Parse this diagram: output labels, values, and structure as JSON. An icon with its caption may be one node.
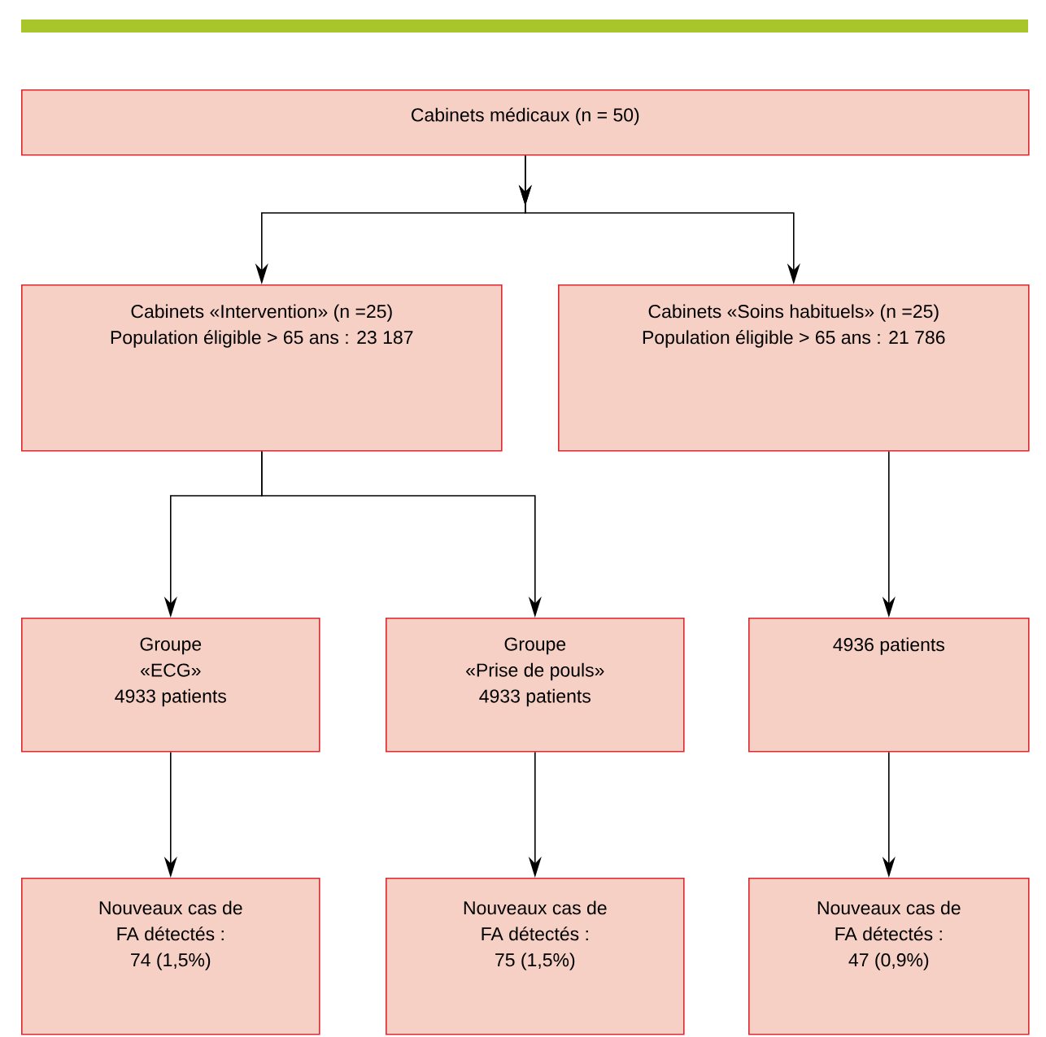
{
  "diagram": {
    "nodes": [
      {
        "text": [
          "Cabinets médicaux (n = 50)"
        ]
      },
      {
        "text": [
          "Cabinets «Intervention» (n =25)",
          "Population éligible > 65 ans : 23 187"
        ]
      },
      {
        "text": [
          "Cabinets «Soins habituels» (n =25)",
          "Population éligible > 65 ans : 21 786"
        ]
      },
      {
        "text": [
          "Groupe",
          "«ECG»",
          "4933 patients"
        ]
      },
      {
        "text": [
          "Groupe",
          "«Prise de pouls»",
          "4933 patients"
        ]
      },
      {
        "text": [
          "4936 patients"
        ]
      },
      {
        "text": [
          "Nouveaux cas de FA détectés :",
          "74 (1,5%)"
        ]
      },
      {
        "text": [
          "Nouveaux cas de FA détectés :",
          "75 (1,5%)"
        ]
      },
      {
        "text": [
          "Nouveaux cas de FA détectés :",
          "47 (0,9%)"
        ]
      }
    ],
    "edges": [
      {
        "from": 0,
        "to": 1,
        "arrow": "to"
      },
      {
        "from": 0,
        "to": 2,
        "arrow": "to"
      },
      {
        "from": 1,
        "to": 3,
        "arrow": "to"
      },
      {
        "from": 1,
        "to": 4,
        "arrow": "to"
      },
      {
        "from": 2,
        "to": 5,
        "arrow": "to"
      },
      {
        "from": 3,
        "to": 6,
        "arrow": "to"
      },
      {
        "from": 4,
        "to": 7,
        "arrow": "to"
      },
      {
        "from": 5,
        "to": 8,
        "arrow": "to"
      }
    ]
  }
}
